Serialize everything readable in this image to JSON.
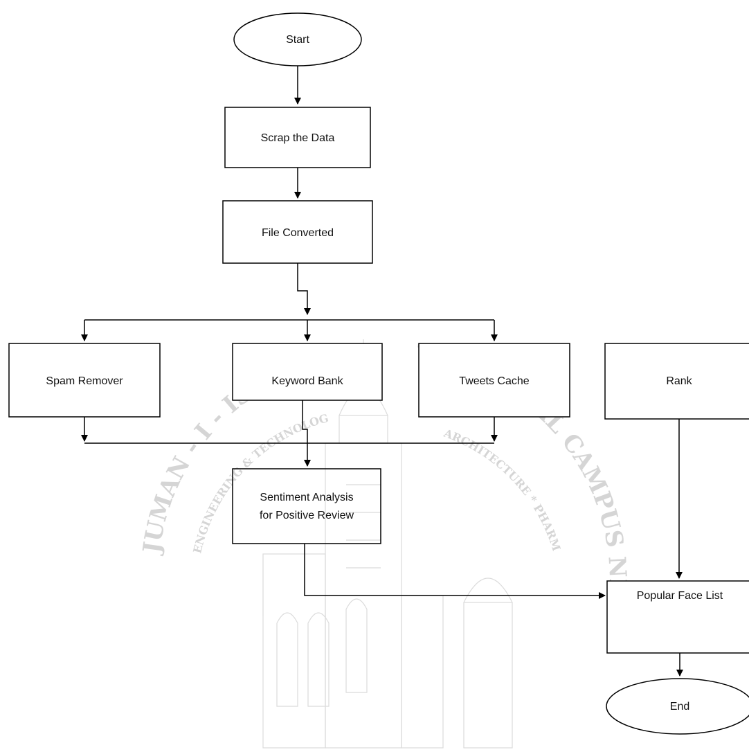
{
  "nodes": {
    "start": "Start",
    "scrap": "Scrap the Data",
    "file": "File Converted",
    "spam": "Spam Remover",
    "keyword": "Keyword Bank",
    "tweets": "Tweets Cache",
    "rank": "Rank",
    "sentiment_line1": "Sentiment Analysis",
    "sentiment_line2": "for Positive Review",
    "popular": "Popular Face List",
    "end": "End"
  },
  "watermark": {
    "text_left": "JUMAN - I - ISLAM'S KALSEKAR",
    "text_right": "TECHNICAL CAMPUS NEW PANVEL",
    "text_inner_left": "ENGINEERING & TECHNOLOGY",
    "text_inner_right": "ARCHITECTURE * PHARMACY"
  }
}
